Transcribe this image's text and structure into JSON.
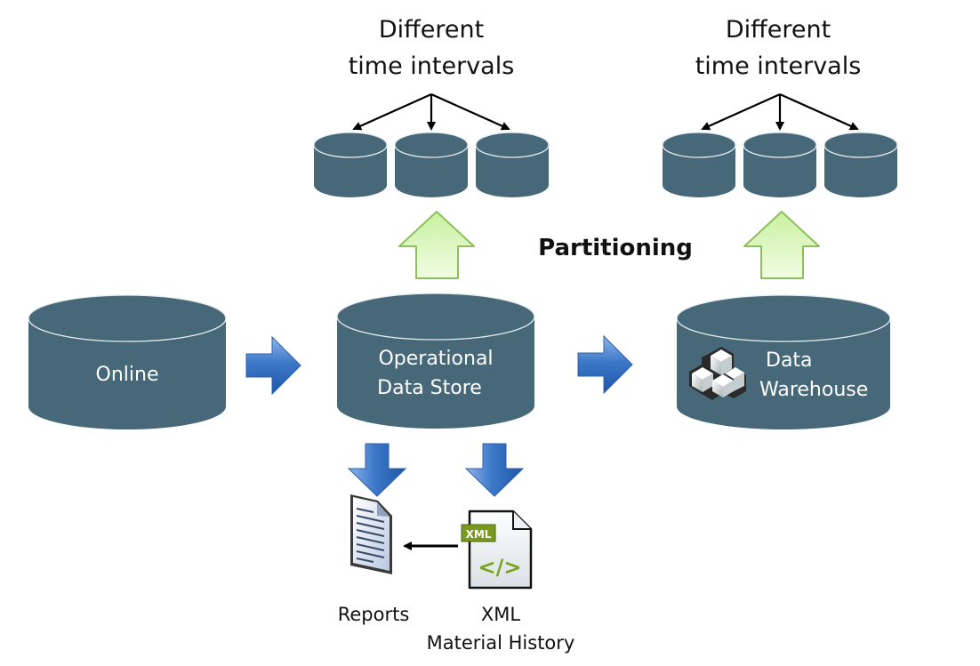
{
  "title": "Data partitioning flow",
  "colors": {
    "cylinder": "#466878",
    "cylinder_edge": "#e8eef1",
    "blue_arrow": "#3d78c8",
    "green_arrow": "#d8f5b8",
    "green_arrow_stroke": "#8cc05a",
    "text": "#111111",
    "text_light": "#ffffff"
  },
  "nodes": {
    "online": {
      "label": "Online"
    },
    "ods": {
      "line1": "Operational",
      "line2": "Data Store"
    },
    "warehouse": {
      "line1": "Data",
      "line2": "Warehouse"
    }
  },
  "partitions": {
    "left_caption": {
      "line1": "Different",
      "line2": "time intervals"
    },
    "right_caption": {
      "line1": "Different",
      "line2": "time intervals"
    },
    "center_label": "Partitioning"
  },
  "outputs": {
    "reports": {
      "label": "Reports"
    },
    "xml": {
      "line1": "XML",
      "line2": "Material History",
      "badge": "XML",
      "code_glyph": "</>"
    }
  }
}
